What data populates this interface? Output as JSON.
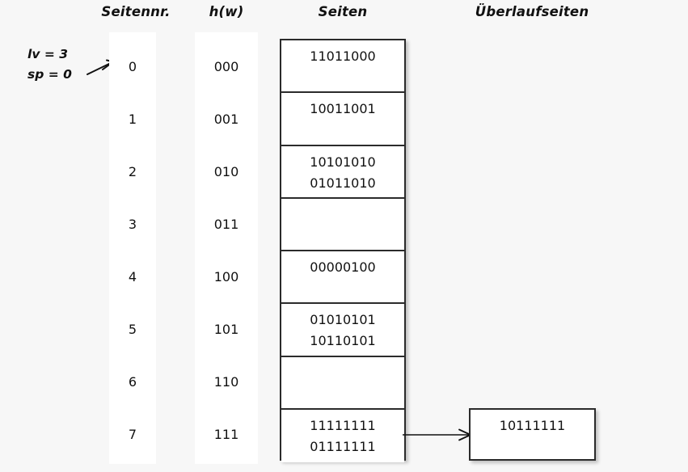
{
  "headers": {
    "seitennr": "Seitennr.",
    "hw": "h(w)",
    "seiten": "Seiten",
    "ueberlaufseiten": "Überlaufseiten"
  },
  "params": {
    "lv": "lv = 3",
    "sp": "sp = 0"
  },
  "colors": {
    "background": "#f7f7f7",
    "band": "#ffffff",
    "border": "#2b2b2b",
    "text": "#111111",
    "page_fill": "#ffffff"
  },
  "rows": [
    {
      "seitennr": "0",
      "hw": "000",
      "entries": [
        "11011000"
      ]
    },
    {
      "seitennr": "1",
      "hw": "001",
      "entries": [
        "10011001"
      ]
    },
    {
      "seitennr": "2",
      "hw": "010",
      "entries": [
        "10101010",
        "01011010"
      ]
    },
    {
      "seitennr": "3",
      "hw": "011",
      "entries": []
    },
    {
      "seitennr": "4",
      "hw": "100",
      "entries": [
        "00000100"
      ]
    },
    {
      "seitennr": "5",
      "hw": "101",
      "entries": [
        "01010101",
        "10110101"
      ]
    },
    {
      "seitennr": "6",
      "hw": "110",
      "entries": []
    },
    {
      "seitennr": "7",
      "hw": "111",
      "entries": [
        "11111111",
        "01111111"
      ]
    }
  ],
  "overflow": {
    "source_row": "7",
    "entries": [
      "10111111"
    ]
  }
}
